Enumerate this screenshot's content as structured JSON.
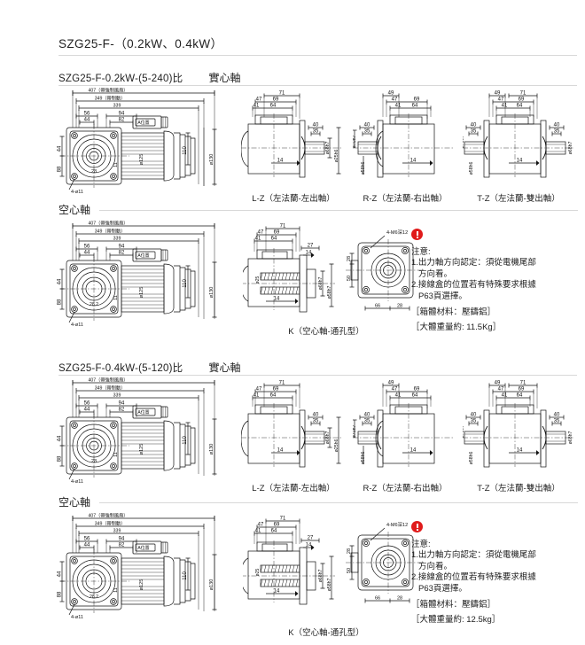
{
  "document": {
    "title": "SZG25-F-（0.2kW、0.4kW）"
  },
  "sections": [
    {
      "id": "sec-02kw",
      "model_label": "SZG25-F-0.2kW-(5-240)比",
      "shaft_label": "實心軸",
      "sub_head": "空心軸",
      "views": [
        {
          "id": "lz",
          "caption": "L-Z（左法蘭-左出軸）"
        },
        {
          "id": "rz",
          "caption": "R-Z（左法蘭-右出軸）"
        },
        {
          "id": "tz",
          "caption": "T-Z（左法蘭-雙出軸）"
        }
      ],
      "hollow_caption": "K（空心軸-通孔型）",
      "notes": {
        "title": "注意:",
        "line1": "1.出力軸方向認定：須從電機尾部",
        "line1b": "方向看。",
        "line2": "2.接線盒的位置若有特殊要求根據",
        "line2b": "P63頁選擇。",
        "material": "［箱體材料：壓鑄鋁］",
        "weight": "［大體重量約: 11.5Kg］"
      }
    },
    {
      "id": "sec-04kw",
      "model_label": "SZG25-F-0.4kW-(5-120)比",
      "shaft_label": "實心軸",
      "sub_head": "空心軸",
      "views": [
        {
          "id": "lz",
          "caption": "L-Z（左法蘭-左出軸）"
        },
        {
          "id": "rz",
          "caption": "R-Z（左法蘭-右出軸）"
        },
        {
          "id": "tz",
          "caption": "T-Z（左法蘭-雙出軸）"
        }
      ],
      "hollow_caption": "K（空心軸-通孔型）",
      "notes": {
        "title": "注意:",
        "line1": "1.出力軸方向認定：須從電機尾部",
        "line1b": "方向看。",
        "line2": "2.接線盒的位置若有特殊要求根據",
        "line2b": "P63頁選擇。",
        "material": "［箱體材料：壓鑄鋁］",
        "weight": "［大體重量約: 12.5kg］"
      }
    }
  ],
  "dimensions": {
    "main": {
      "total_fan": "407（帶強制風扇）",
      "total_brake": "349（帶制動）",
      "total": "339",
      "d56": "56",
      "d44": "44",
      "d94": "94",
      "d82": "82",
      "v44": "44",
      "v88": "88",
      "v28": "28",
      "v11": "11",
      "hole": "4-ø11",
      "box_label": "A位置",
      "h110": "110",
      "od130": "ø130",
      "od125": "ø125",
      "hollow_bore": "ø28.2"
    },
    "side": {
      "d71": "71",
      "d69": "69",
      "d64": "64",
      "d49": "49",
      "d47": "47",
      "d41": "41",
      "d40": "40",
      "d35": "35",
      "d14": "14",
      "d27": "27",
      "shaft_h7": "ø68h7",
      "shaft_h6": "ø25h6",
      "flange_h7": "ø70h7",
      "bore_h6": "ø58h6"
    },
    "k_view": {
      "thread": "4-M6深12",
      "d28": "28",
      "d50": "50",
      "d66": "66",
      "d28b": "28"
    }
  },
  "colors": {
    "warning": "#e01b1b",
    "line": "#111111",
    "rule": "#d8d8d8",
    "hatch": "#555555"
  }
}
